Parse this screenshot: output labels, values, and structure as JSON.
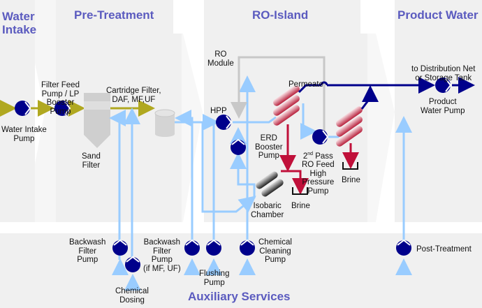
{
  "sections": {
    "water_intake": "Water Intake",
    "water_intake_l1": "Water",
    "water_intake_l2": "Intake",
    "pre_treatment": "Pre-Treatment",
    "ro_island": "RO-Island",
    "product_water": "Product Water",
    "auxiliary_services": "Auxiliary Services"
  },
  "labels": {
    "water_intake_pump": [
      "Water Intake",
      "Pump"
    ],
    "filter_feed_pump": [
      "Filter Feed",
      "Pump / LP",
      "Booster",
      "Pump"
    ],
    "cartridge_filter": [
      "Cartridge Filter,",
      "DAF, MF,UF"
    ],
    "sand_filter": [
      "Sand",
      "Filter"
    ],
    "ro_module": [
      "RO",
      "Module"
    ],
    "hpp": "HPP",
    "permeate": "Permeate",
    "erd_booster_pump": [
      "ERD",
      "Booster",
      "Pump"
    ],
    "second_pass_pump": [
      "2",
      "nd",
      " Pass",
      "RO Feed",
      "High",
      "Pressure",
      "Pump"
    ],
    "brine_1": "Brine",
    "brine_2": "Brine",
    "isobaric_chamber": [
      "Isobaric",
      "Chamber"
    ],
    "distribution": [
      "to Distribution Net",
      "or Storage Tank"
    ],
    "product_water_pump": [
      "Product",
      "Water Pump"
    ],
    "backwash_filter_pump": [
      "Backwash",
      "Filter",
      "Pump"
    ],
    "backwash_filter_pump_mf": [
      "Backwash",
      "Filter",
      "Pump",
      "(if MF, UF)"
    ],
    "chemical_dosing": [
      "Chemical",
      "Dosing"
    ],
    "flushing_pump": [
      "Flushing",
      "Pump"
    ],
    "chemical_cleaning_pump": [
      "Chemical",
      "Cleaning",
      "Pump"
    ],
    "post_treatment": "Post-Treatment"
  },
  "colors": {
    "section_title": "#5b5bbf",
    "panel": "#f0f0f0",
    "pump": "#00008b",
    "raw_water": "#b0a820",
    "aux_water": "#99ccff",
    "permeate": "#00008b",
    "brine": "#c0103a",
    "module_loop": "#c8c8c8"
  }
}
